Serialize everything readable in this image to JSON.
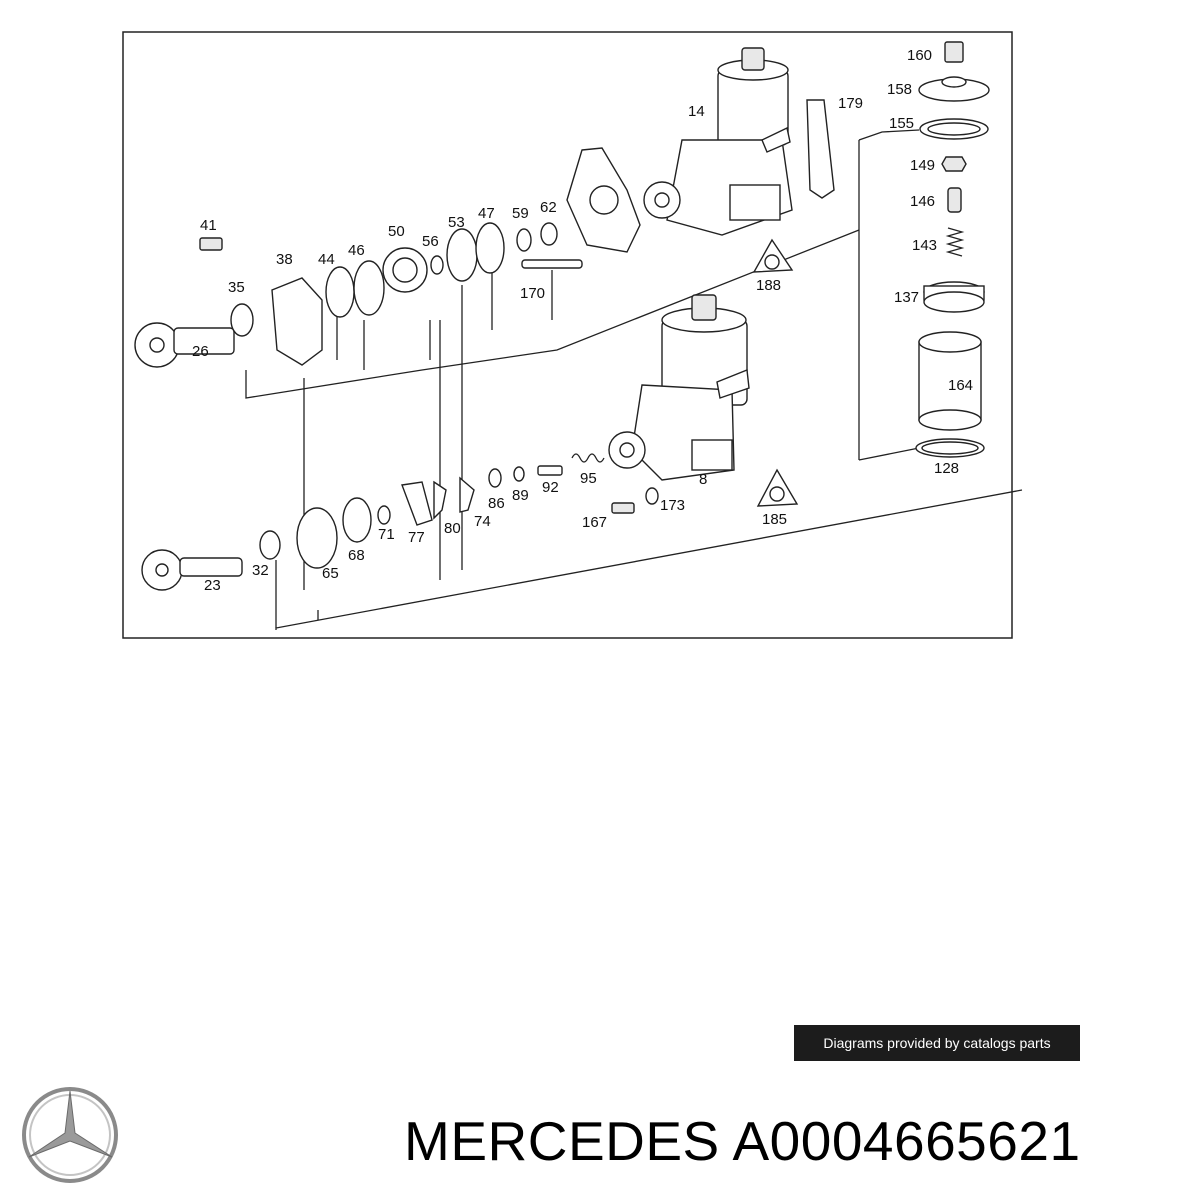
{
  "diagram": {
    "part_labels": {
      "p160": "160",
      "p158": "158",
      "p155": "155",
      "p149": "149",
      "p146": "146",
      "p143": "143",
      "p137": "137",
      "p164": "164",
      "p128": "128",
      "p179": "179",
      "p14": "14",
      "p188": "188",
      "p185": "185",
      "p8": "8",
      "p173": "173",
      "p167": "167",
      "p95": "95",
      "p92": "92",
      "p89": "89",
      "p86": "86",
      "p74": "74",
      "p80": "80",
      "p77": "77",
      "p71": "71",
      "p68": "68",
      "p65": "65",
      "p32": "32",
      "p23": "23",
      "p26": "26",
      "p35": "35",
      "p38": "38",
      "p41": "41",
      "p44": "44",
      "p46": "46",
      "p50": "50",
      "p56": "56",
      "p53": "53",
      "p47": "47",
      "p59": "59",
      "p62": "62",
      "p170": "170"
    }
  },
  "credit": {
    "text": "Diagrams provided by catalogs parts"
  },
  "brand": {
    "caption": "MERCEDES A0004665621"
  }
}
